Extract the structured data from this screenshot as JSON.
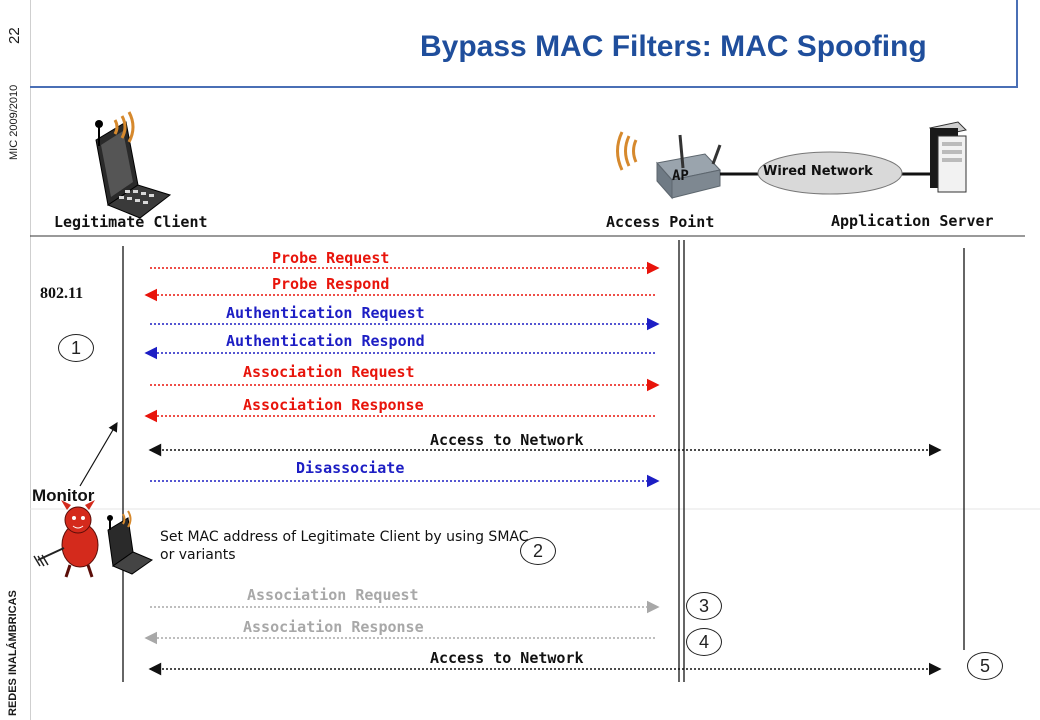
{
  "sidebar": {
    "page_number": "22",
    "course": "MIC 2009/2010",
    "subject": "REDES INALÁMBRICAS"
  },
  "title": "Bypass MAC Filters: MAC Spoofing",
  "entities": {
    "client": "Legitimate Client",
    "ap": "Access Point",
    "ap_badge": "AP",
    "server": "Application Server",
    "wired": "Wired Network"
  },
  "protocol_label": "802.11",
  "monitor_label": "Monitor",
  "steps": [
    "1",
    "2",
    "3",
    "4",
    "5"
  ],
  "messages": [
    {
      "text": "Probe Request",
      "color": "red",
      "direction": "right"
    },
    {
      "text": "Probe Respond",
      "color": "red",
      "direction": "left"
    },
    {
      "text": "Authentication Request",
      "color": "blue",
      "direction": "right"
    },
    {
      "text": "Authentication Respond",
      "color": "blue",
      "direction": "left"
    },
    {
      "text": "Association Request",
      "color": "red",
      "direction": "right"
    },
    {
      "text": "Association Response",
      "color": "red",
      "direction": "left"
    },
    {
      "text": "Access to Network",
      "color": "black",
      "direction": "both"
    },
    {
      "text": "Disassociate",
      "color": "blue",
      "direction": "right"
    },
    {
      "text": "Association Request",
      "color": "gray",
      "direction": "right"
    },
    {
      "text": "Association Response",
      "color": "gray",
      "direction": "left"
    },
    {
      "text": "Access to Network",
      "color": "black",
      "direction": "both"
    }
  ],
  "note": "Set MAC address of Legitimate Client by using SMAC or variants",
  "colors": {
    "title": "#1f4e9c",
    "red": "#e8140b",
    "blue": "#1d1ec4",
    "gray": "#a8a8a8",
    "black": "#111111"
  }
}
